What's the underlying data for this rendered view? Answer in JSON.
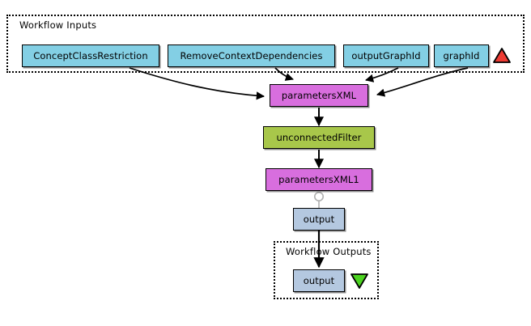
{
  "diagram": {
    "type": "workflow-graph",
    "background": "#ffffff",
    "palette": {
      "input_node": "#83cfe4",
      "processor_magenta": "#d86ede",
      "processor_green": "#a8c74a",
      "output_node": "#b4c8e0",
      "input_marker": "#ee3b33",
      "output_marker": "#4cd420",
      "edge": "#000000",
      "stub": "#b0b0b0",
      "border": "#000000"
    }
  },
  "groups": {
    "inputs": {
      "title": "Workflow Inputs"
    },
    "outputs": {
      "title": "Workflow Outputs"
    }
  },
  "nodes": {
    "inputs": [
      {
        "label": "ConceptClassRestriction"
      },
      {
        "label": "RemoveContextDependencies"
      },
      {
        "label": "outputGraphId"
      },
      {
        "label": "graphId"
      }
    ],
    "processors": [
      {
        "label": "parametersXML",
        "kind": "magenta"
      },
      {
        "label": "unconnectedFilter",
        "kind": "green"
      },
      {
        "label": "parametersXML1",
        "kind": "magenta"
      }
    ],
    "intermediate_output": {
      "label": "output"
    },
    "final_output": {
      "label": "output"
    }
  },
  "markers": {
    "input_triangle": "triangle-up-red-icon",
    "output_triangle": "triangle-down-green-icon",
    "unconnected_port": "circle-port-icon"
  },
  "edges": [
    {
      "from": "ConceptClassRestriction",
      "to": "parametersXML"
    },
    {
      "from": "RemoveContextDependencies",
      "to": "parametersXML"
    },
    {
      "from": "outputGraphId",
      "to": "parametersXML"
    },
    {
      "from": "graphId",
      "to": "parametersXML"
    },
    {
      "from": "parametersXML",
      "to": "unconnectedFilter"
    },
    {
      "from": "unconnectedFilter",
      "to": "parametersXML1"
    },
    {
      "from": "parametersXML1",
      "to": "output"
    },
    {
      "from": "output",
      "to": "output"
    }
  ]
}
